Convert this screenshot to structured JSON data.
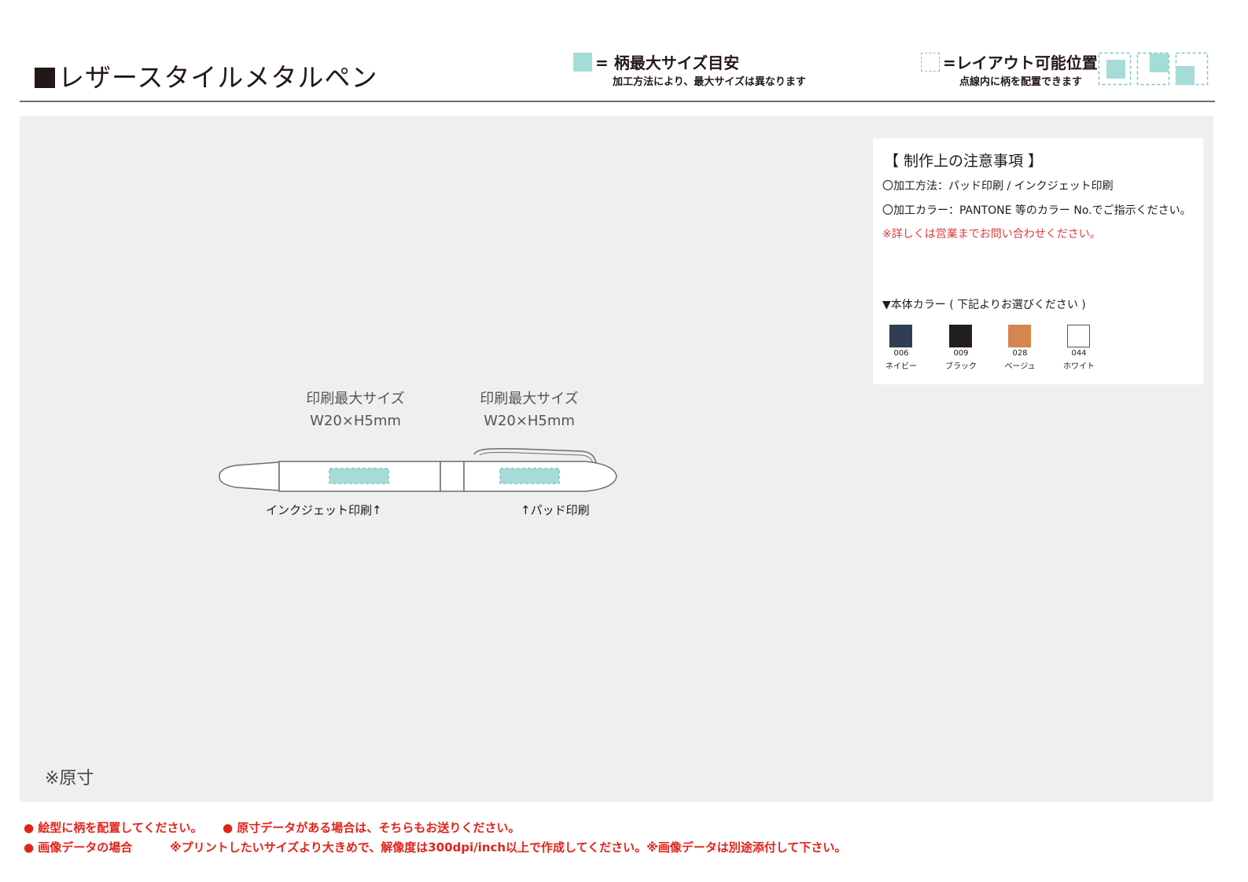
{
  "header": {
    "title": "レザースタイルメタルペン",
    "legend_max": {
      "title": "= 柄最大サイズ目安",
      "subtitle": "加工方法により、最大サイズは異なります"
    },
    "legend_layout": {
      "title": "=レイアウト可能位置",
      "subtitle": "点線内に柄を配置できます"
    }
  },
  "colors": {
    "accent_teal": "#a6dcd7",
    "dash_teal": "#7fc4c0",
    "warning_red": "#e2231a"
  },
  "notes": {
    "title": "【 制作上の注意事項 】",
    "method": "〇加工方法：パッド印刷 / インクジェット印刷",
    "color": "〇加工カラー：PANTONE 等のカラー No.でご指示ください。",
    "warning": "※詳しくは営業までお問い合わせください。",
    "body_colors_title": "▼本体カラー ( 下記よりお選びください )",
    "body_colors": [
      {
        "code": "006",
        "name": "ネイビー",
        "hex": "#2f3e52"
      },
      {
        "code": "009",
        "name": "ブラック",
        "hex": "#231f20"
      },
      {
        "code": "028",
        "name": "ベージュ",
        "hex": "#d5864e"
      },
      {
        "code": "044",
        "name": "ホワイト",
        "hex": "#ffffff"
      }
    ]
  },
  "print_areas": [
    {
      "label": "印刷最大サイズ",
      "size": "W20×H5mm",
      "method": "インクジェット印刷↑"
    },
    {
      "label": "印刷最大サイズ",
      "size": "W20×H5mm",
      "method": "↑パッド印刷"
    }
  ],
  "actual_size_note": "※原寸",
  "footer": {
    "line1a": "● 絵型に柄を配置してください。",
    "line1b": "● 原寸データがある場合は、そちらもお送りください。",
    "line2a": "● 画像データの場合",
    "line2b": "※プリントしたいサイズより大きめで、解像度は300dpi/inch以上で作成してください。※画像データは別途添付して下さい。"
  }
}
